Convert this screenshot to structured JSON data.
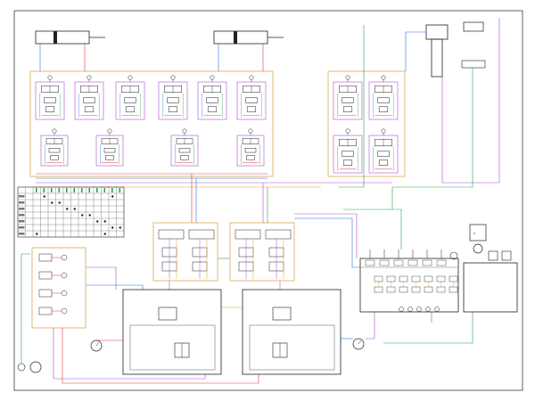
{
  "diagram": {
    "type": "hydraulic schematic"
  },
  "cylinder_labels": [
    "",
    ""
  ],
  "motor_label": "",
  "pump_label": "",
  "sidebar_text": "",
  "legend_table": {
    "rows": 8,
    "cols": 14
  },
  "colors": {
    "pressure": "#e23b3b",
    "return": "#2a6fe0",
    "pilot": "#2aa34a",
    "drain": "#b04cd6",
    "supply": "#e3a12b",
    "frame": "#222222",
    "manifold": "#d49a3a"
  }
}
